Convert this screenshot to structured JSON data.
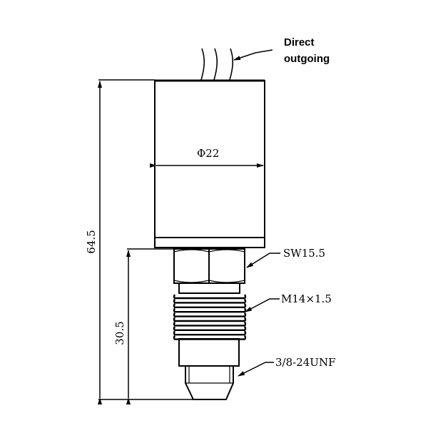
{
  "drawing": {
    "wire_label_line1": "Direct",
    "wire_label_line2": "outgoing",
    "diameter_label": "Φ22",
    "overall_length": "64.5",
    "fitting_length": "30.5",
    "hex_label": "SW15.5",
    "thread_label": "M14×1.5",
    "tip_label": "3/8-24UNF",
    "line_color": "#000000"
  }
}
